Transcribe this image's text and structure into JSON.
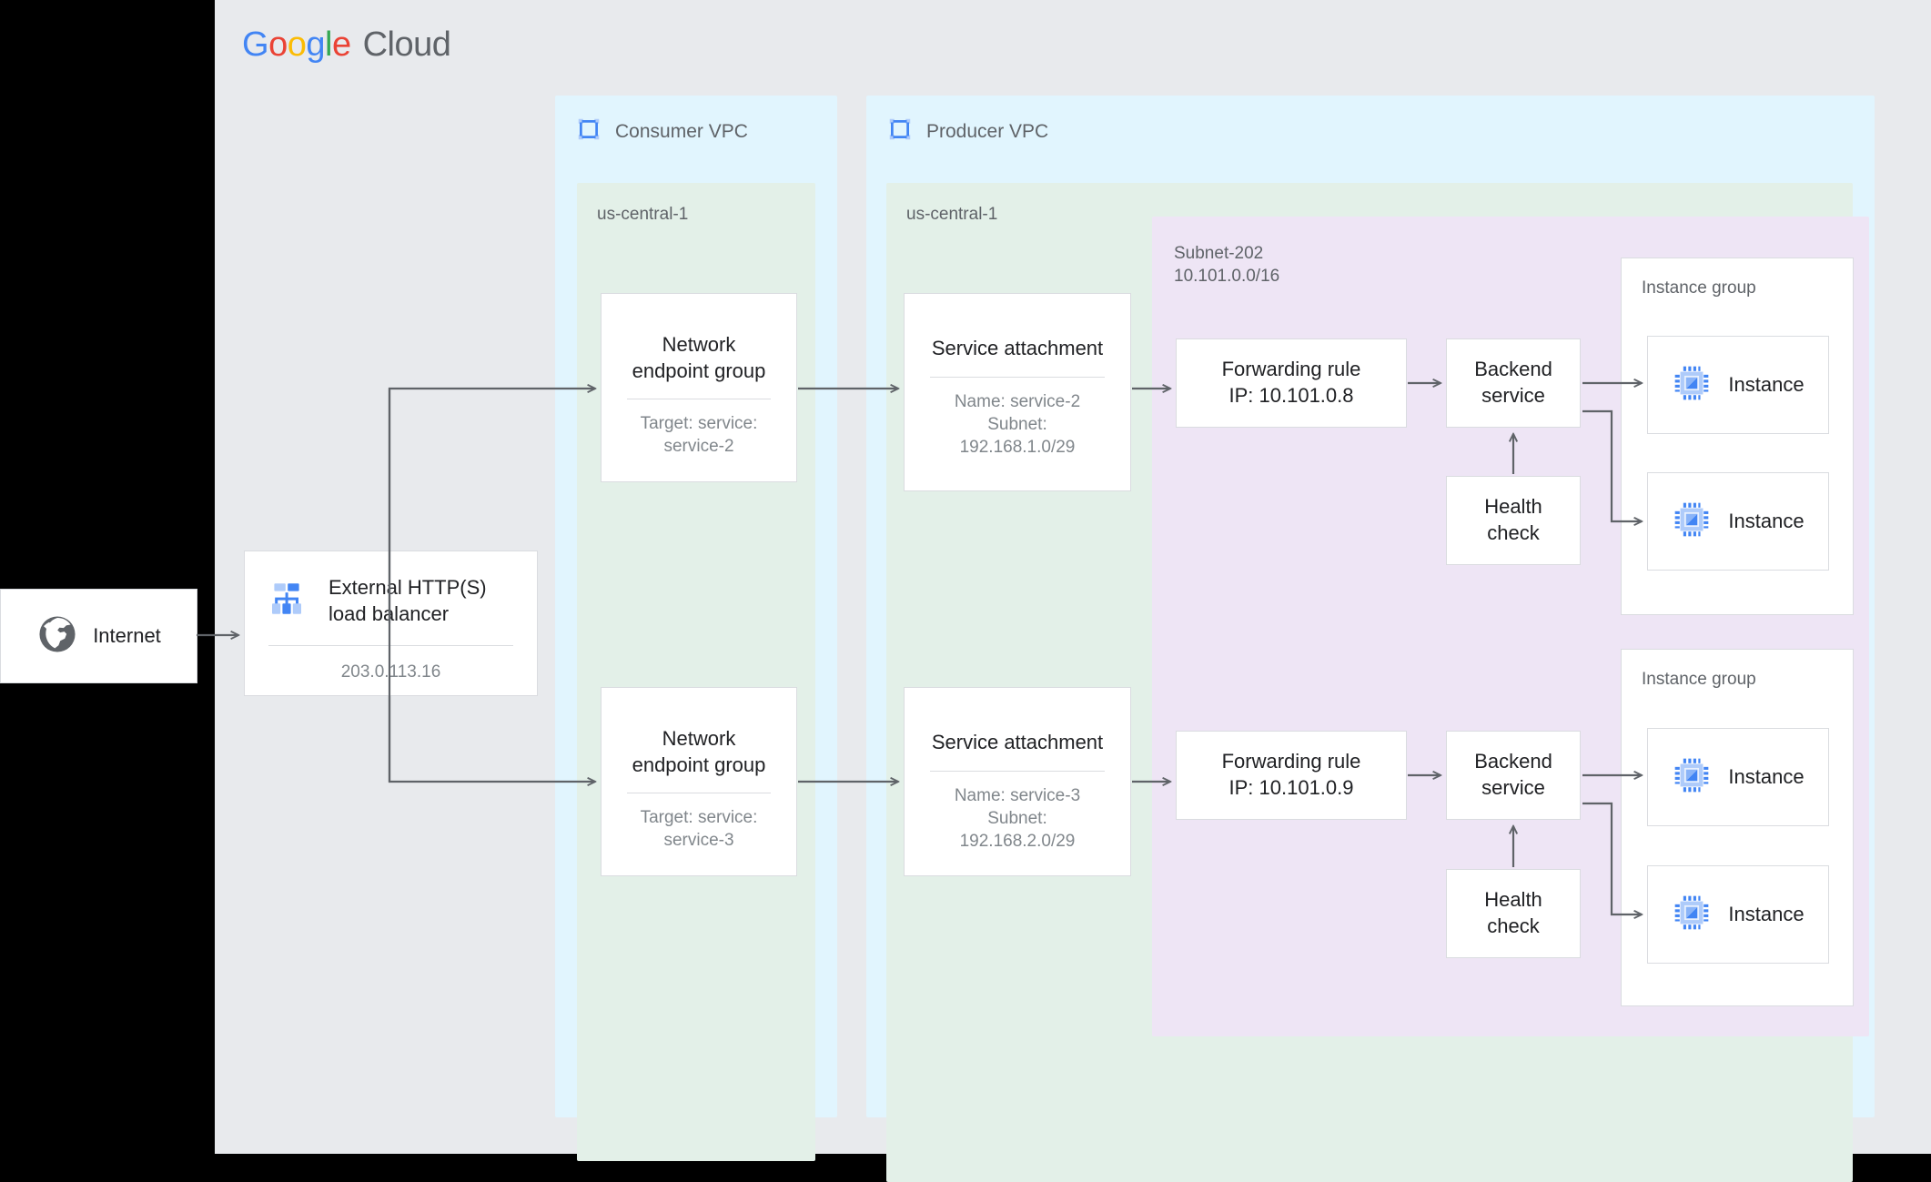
{
  "brand": {
    "google": [
      "G",
      "o",
      "o",
      "g",
      "l",
      "e"
    ],
    "cloud": "Cloud",
    "colors": {
      "blue": "#4285F4",
      "red": "#EA4335",
      "yellow": "#FBBC05",
      "green": "#34A853",
      "gray_text": "#5f6368",
      "canvas": "#e8eaed",
      "vpc": "#e1f5fe",
      "region": "#e3f0e8",
      "subnet": "#eee5f5",
      "card_border": "#dadce0",
      "arrow": "#5f6368"
    }
  },
  "internet": {
    "label": "Internet",
    "icon": "globe-icon"
  },
  "load_balancer": {
    "icon": "load-balancer-icon",
    "title_line1": "External HTTP(S)",
    "title_line2": "load balancer",
    "ip": "203.0.113.16"
  },
  "consumer_vpc": {
    "icon": "vpc-icon",
    "title": "Consumer VPC",
    "region_label": "us-central-1",
    "negs": [
      {
        "title_line1": "Network",
        "title_line2": "endpoint group",
        "sub_line1": "Target: service:",
        "sub_line2": "service-2"
      },
      {
        "title_line1": "Network",
        "title_line2": "endpoint group",
        "sub_line1": "Target: service:",
        "sub_line2": "service-3"
      }
    ]
  },
  "producer_vpc": {
    "icon": "vpc-icon",
    "title": "Producer VPC",
    "region_label": "us-central-1",
    "service_attachments": [
      {
        "title": "Service attachment",
        "sub_line1": "Name: service-2",
        "sub_line2": "Subnet:",
        "sub_line3": "192.168.1.0/29"
      },
      {
        "title": "Service attachment",
        "sub_line1": "Name: service-3",
        "sub_line2": "Subnet:",
        "sub_line3": "192.168.2.0/29"
      }
    ],
    "subnet": {
      "name": "Subnet-202",
      "cidr": "10.101.0.0/16",
      "stacks": [
        {
          "forwarding_rule": {
            "line1": "Forwarding rule",
            "line2": "IP: 10.101.0.8"
          },
          "backend_service": {
            "line1": "Backend",
            "line2": "service"
          },
          "health_check": {
            "line1": "Health",
            "line2": "check"
          },
          "instance_group": {
            "label": "Instance group",
            "instances": [
              {
                "label": "Instance",
                "icon": "instance-chip-icon"
              },
              {
                "label": "Instance",
                "icon": "instance-chip-icon"
              }
            ]
          }
        },
        {
          "forwarding_rule": {
            "line1": "Forwarding rule",
            "line2": "IP: 10.101.0.9"
          },
          "backend_service": {
            "line1": "Backend",
            "line2": "service"
          },
          "health_check": {
            "line1": "Health",
            "line2": "check"
          },
          "instance_group": {
            "label": "Instance group",
            "instances": [
              {
                "label": "Instance",
                "icon": "instance-chip-icon"
              },
              {
                "label": "Instance",
                "icon": "instance-chip-icon"
              }
            ]
          }
        }
      ]
    }
  }
}
